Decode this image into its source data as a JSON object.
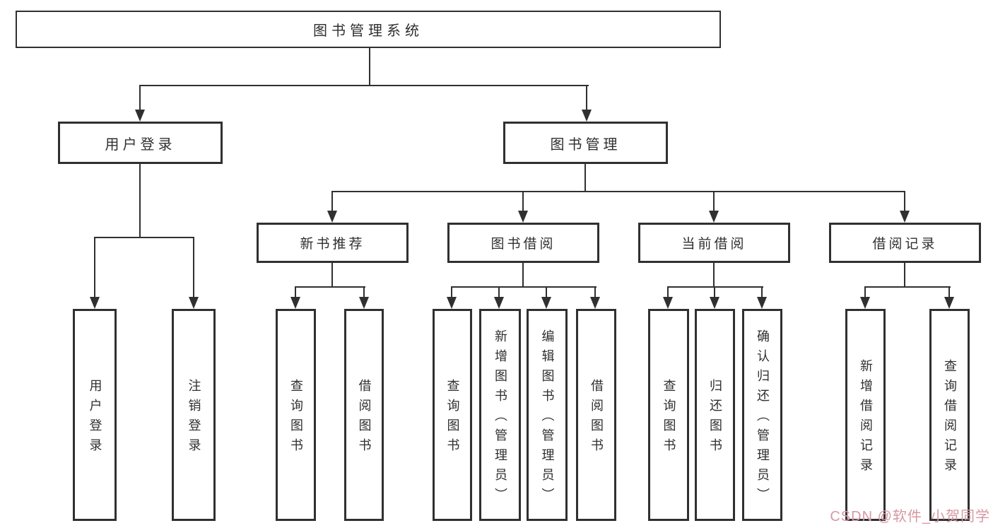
{
  "nodes": {
    "root": "图书管理系统",
    "level2": [
      "用户登录",
      "图书管理"
    ],
    "level3": [
      "新书推荐",
      "图书借阅",
      "当前借阅",
      "借阅记录"
    ],
    "leaves": [
      "用户登录",
      "注销登录",
      "查询图书",
      "借阅图书",
      "查询图书",
      "新增图书（管理员）",
      "编辑图书（管理员）",
      "借阅图书",
      "查询图书",
      "归还图书",
      "确认归还（管理员）",
      "新增借阅记录",
      "查询借阅记录"
    ]
  },
  "watermark": {
    "text": "CSDN @软件_小贺同学",
    "color": "#d897a2"
  },
  "colors": {
    "line": "#303030",
    "box_border": "#303030",
    "box_fill": "#ffffff",
    "text": "#2f2f2f",
    "background": "#ffffff"
  }
}
